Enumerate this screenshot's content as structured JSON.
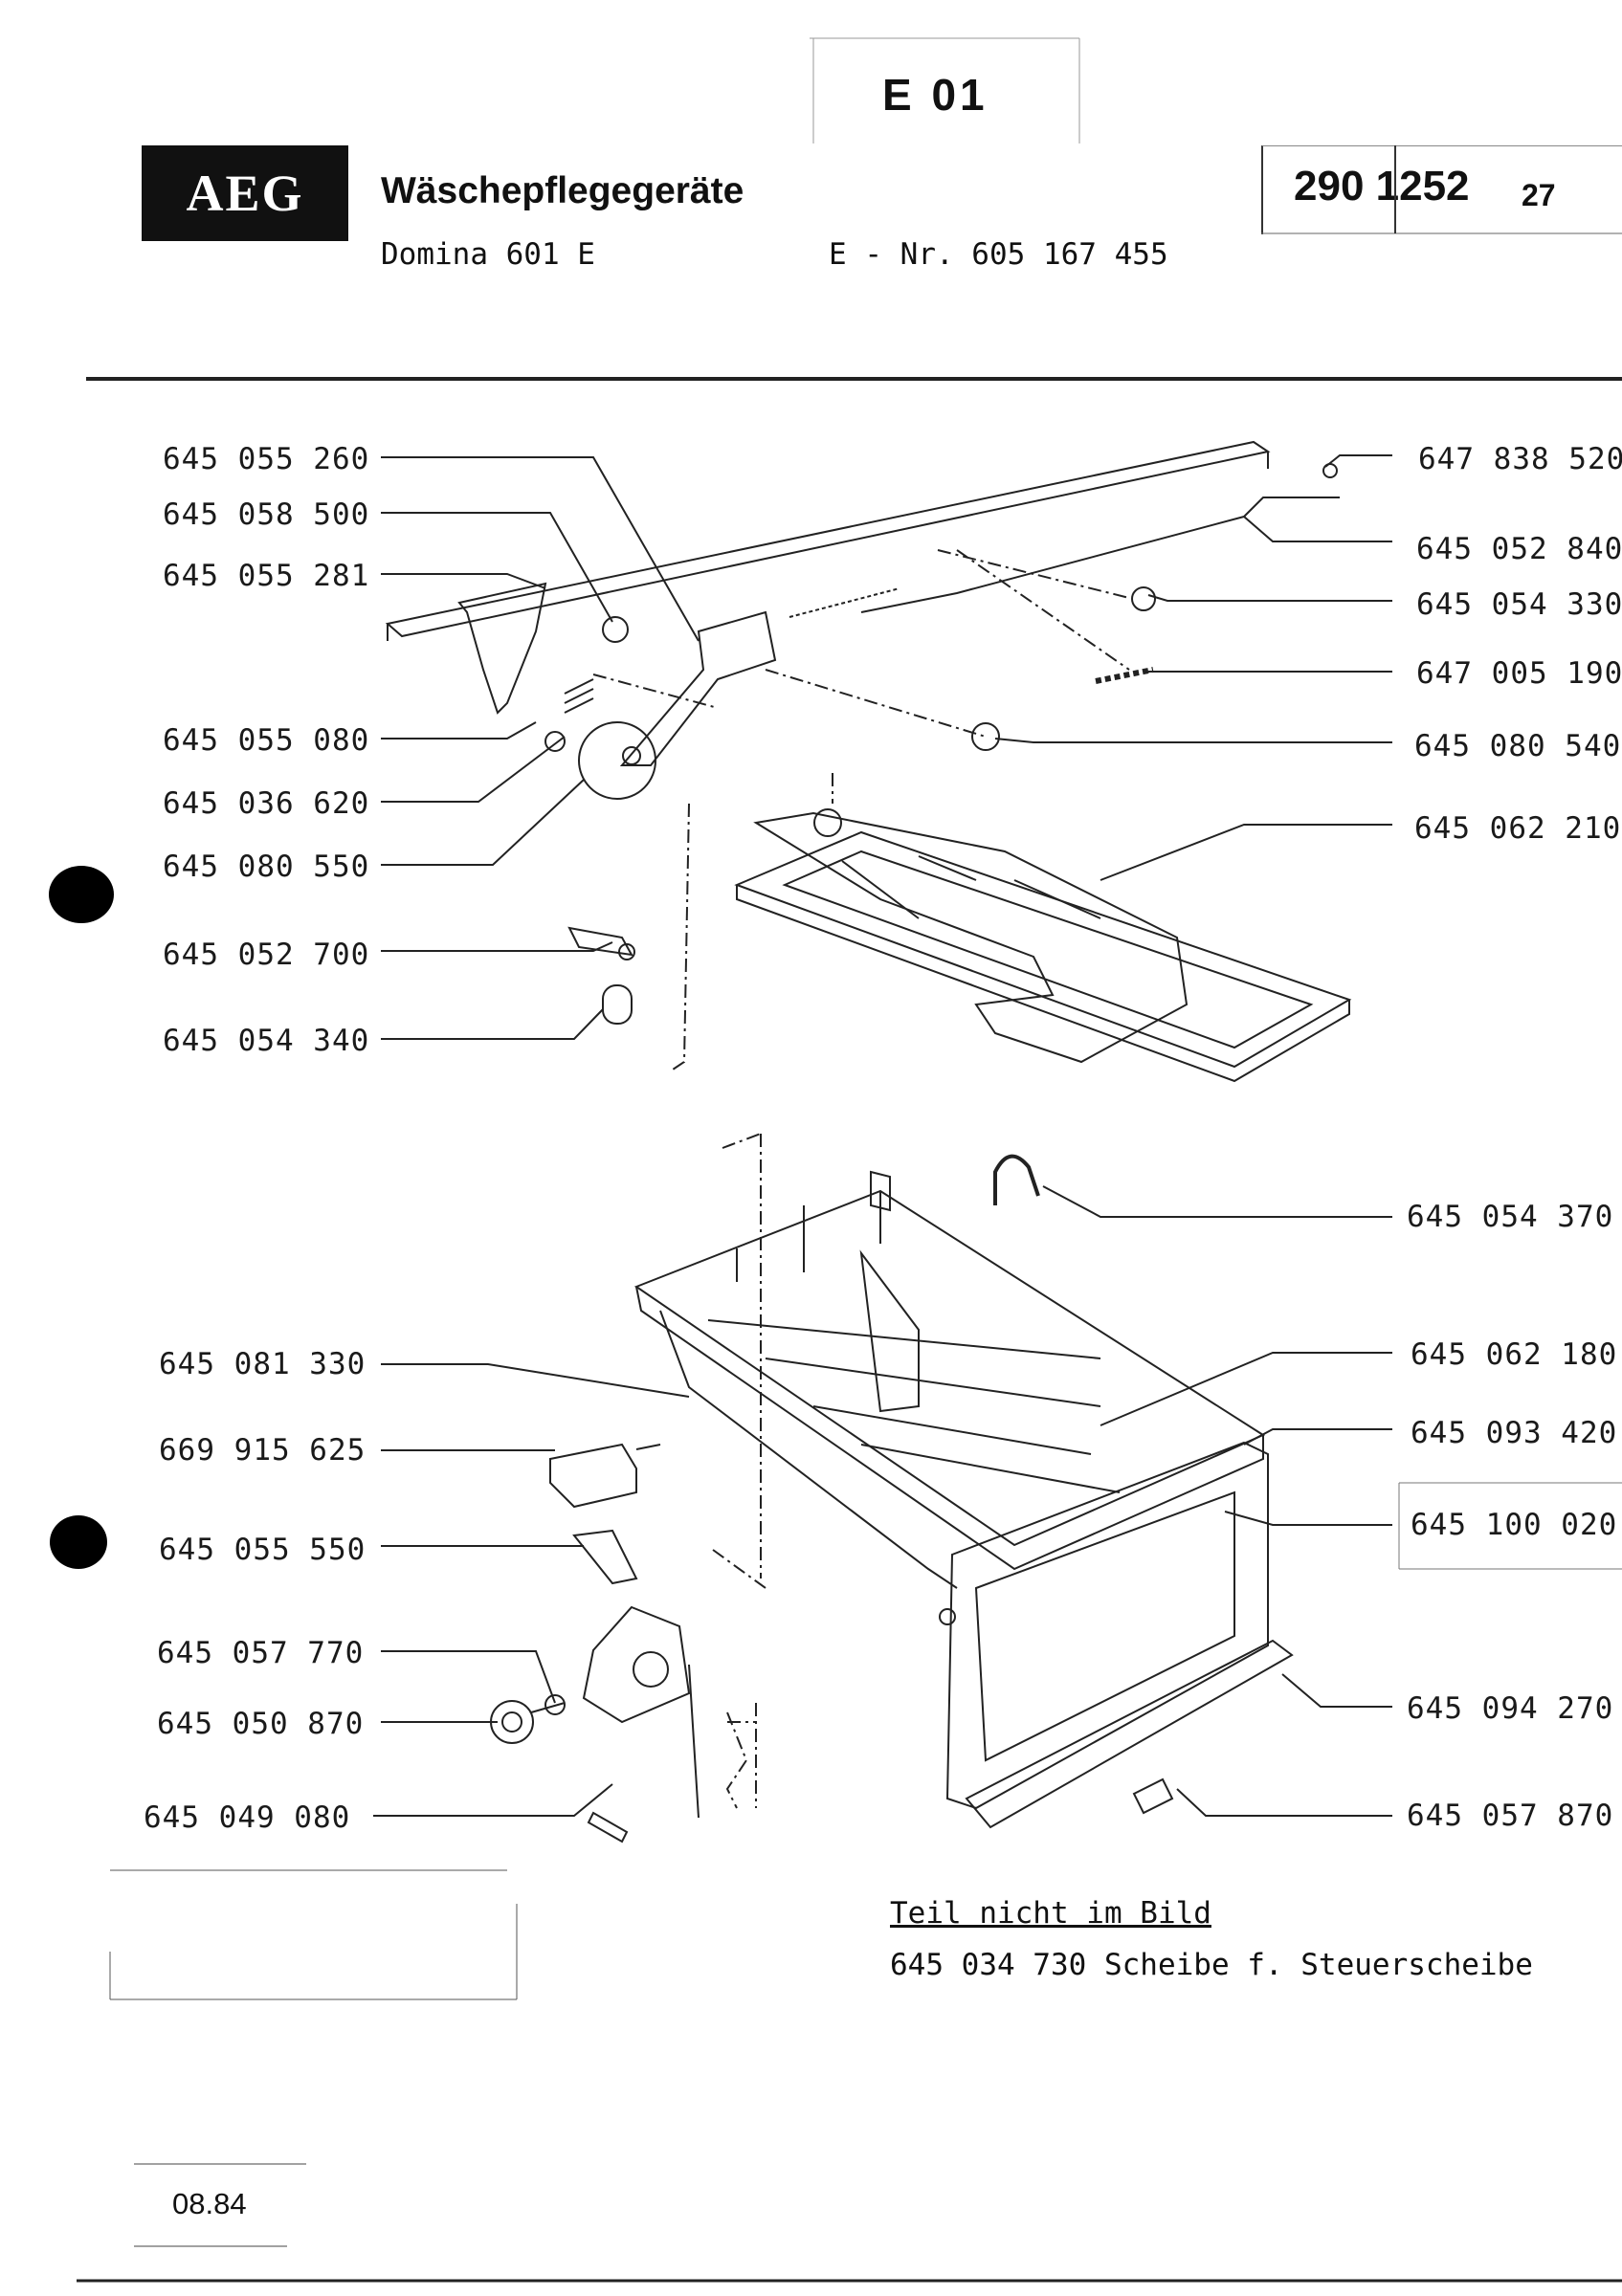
{
  "header": {
    "sheet": "E 01",
    "brand": "AEG",
    "title": "Wäschepflegegeräte",
    "model": "Domina   601 E",
    "e_nr": "E - Nr. 605 167 455",
    "doc_code_main": "290 1252",
    "doc_code_suffix": "27"
  },
  "parts_left": [
    "645 055 260",
    "645 058 500",
    "645 055 281",
    "645 055 080",
    "645 036 620",
    "645 080 550",
    "645 052 700",
    "645 054 340",
    "645 081 330",
    "669 915 625",
    "645 055 550",
    "645 057 770",
    "645 050 870",
    "645 049 080"
  ],
  "parts_right": [
    "647 838 520",
    "645 052 840",
    "645 054 330",
    "647 005 190",
    "645 080 540",
    "645 062 210",
    "645 054 370",
    "645 062 180",
    "645 093 420",
    "645 100 020",
    "645 094 270",
    "645 057 870"
  ],
  "note": {
    "heading": "Teil nicht im Bild",
    "line": "645 034 730 Scheibe f. Steuerscheibe"
  },
  "footer": {
    "date": "08.84"
  }
}
